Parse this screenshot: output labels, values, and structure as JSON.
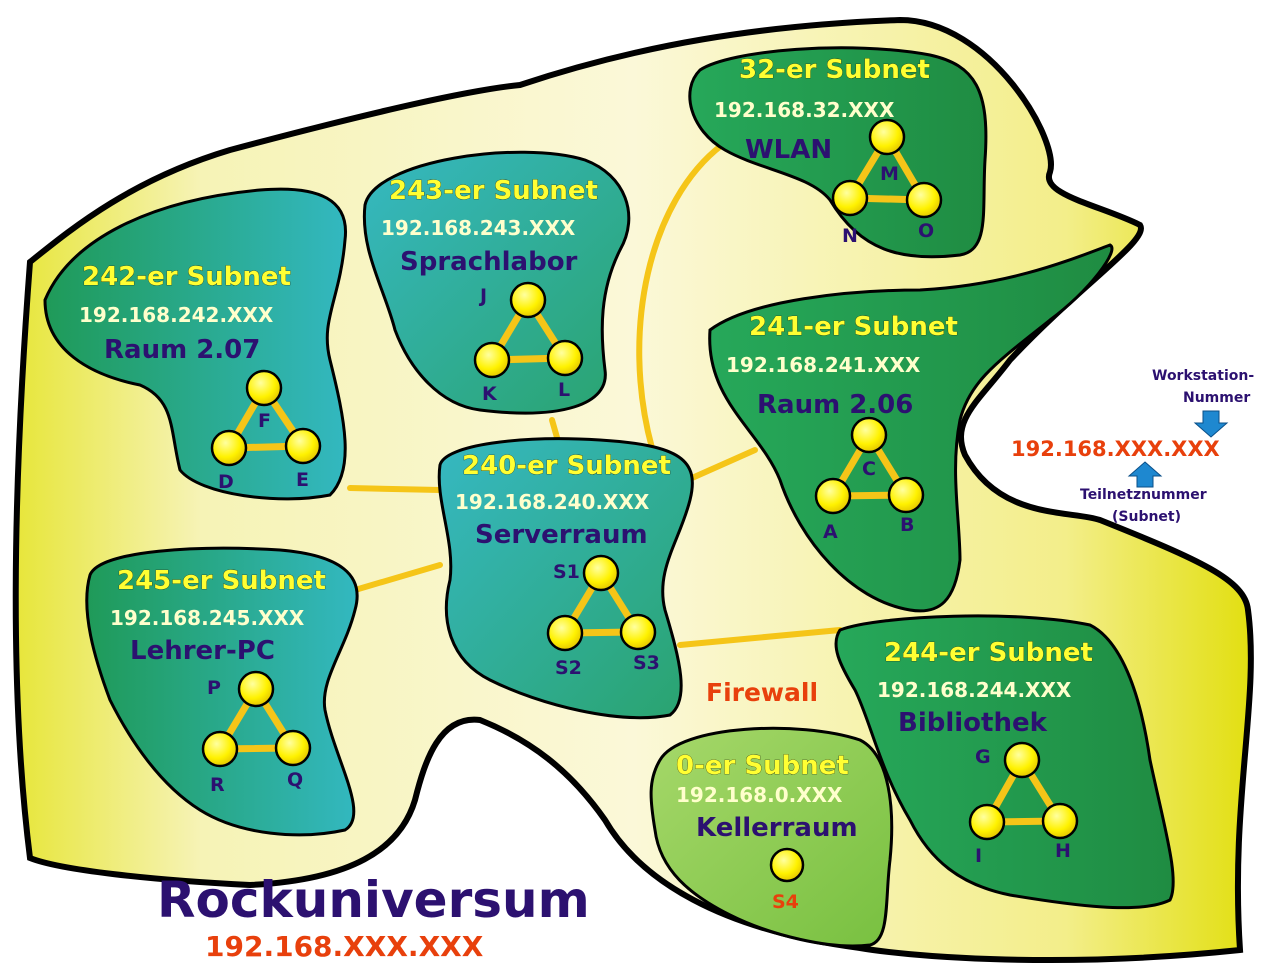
{
  "campus": {
    "name": "Rockuniversum",
    "address": "192.168.XXX.XXX"
  },
  "firewall_label": "Firewall",
  "subnets": [
    {
      "id": "242",
      "title": "242-er Subnet",
      "ip": "192.168.242.XXX",
      "room": "Raum 2.07",
      "nodes": [
        "F",
        "D",
        "E"
      ]
    },
    {
      "id": "243",
      "title": "243-er Subnet",
      "ip": "192.168.243.XXX",
      "room": "Sprachlabor",
      "nodes": [
        "J",
        "K",
        "L"
      ]
    },
    {
      "id": "32",
      "title": "32-er Subnet",
      "ip": "192.168.32.XXX",
      "room": "WLAN",
      "nodes": [
        "M",
        "N",
        "O"
      ]
    },
    {
      "id": "241",
      "title": "241-er Subnet",
      "ip": "192.168.241.XXX",
      "room": "Raum 2.06",
      "nodes": [
        "C",
        "A",
        "B"
      ]
    },
    {
      "id": "240",
      "title": "240-er Subnet",
      "ip": "192.168.240.XXX",
      "room": "Serverraum",
      "nodes": [
        "S1",
        "S2",
        "S3"
      ]
    },
    {
      "id": "245",
      "title": "245-er Subnet",
      "ip": "192.168.245.XXX",
      "room": "Lehrer-PC",
      "nodes": [
        "P",
        "R",
        "Q"
      ]
    },
    {
      "id": "244",
      "title": "244-er Subnet",
      "ip": "192.168.244.XXX",
      "room": "Bibliothek",
      "nodes": [
        "G",
        "I",
        "H"
      ]
    },
    {
      "id": "0",
      "title": "0-er Subnet",
      "ip": "192.168.0.XXX",
      "room": "Kellerraum",
      "nodes": [
        "S4"
      ]
    }
  ],
  "legend": {
    "workstation_label_1": "Workstation-",
    "workstation_label_2": "Nummer",
    "address": "192.168.XXX.XXX",
    "subnet_label_1": "Teilnetznummer",
    "subnet_label_2": "(Subnet)"
  },
  "colors": {
    "outer_fill": "#f7f3a0",
    "outline": "#000000",
    "blob_teal": "#2fb49a",
    "blob_green": "#2a9a4a",
    "blob_light": "#8fcc4a",
    "link": "#f5c518",
    "node": "#ffee00",
    "title_yellow": "#ffff33",
    "navy": "#2c1170",
    "orange": "#e8400c",
    "arrow": "#1e88d0"
  }
}
